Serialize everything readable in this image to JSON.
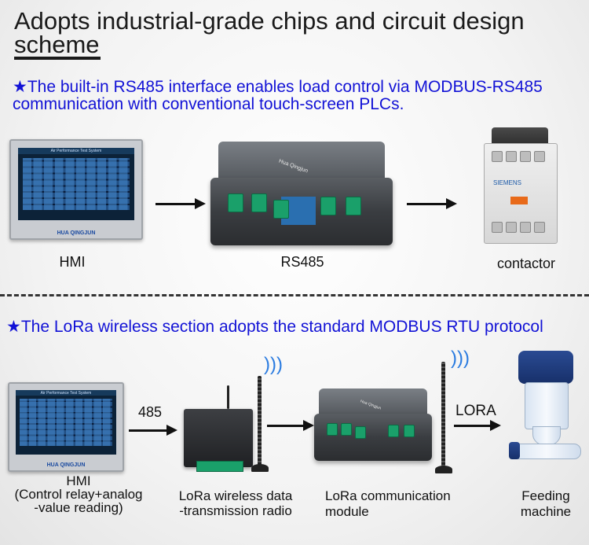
{
  "heading": {
    "title": "Adopts industrial-grade chips and circuit design scheme"
  },
  "section1": {
    "intro": "★The built-in RS485 interface enables load control via MODBUS-RS485 communication with conventional touch-screen PLCs.",
    "labels": {
      "hmi": "HMI",
      "rs485": "RS485",
      "contactor": "contactor"
    },
    "hmi_screen_title": "Air Performance Test System",
    "hmi_brand": "HUA QINGJUN",
    "module_brand": "Hua Qingjun",
    "contactor_brand": "SIEMENS"
  },
  "section2": {
    "intro": "★The LoRa wireless section adopts the standard MODBUS RTU protocol",
    "arrow_485": "485",
    "arrow_lora": "LORA",
    "labels": {
      "hmi_line1": "HMI",
      "hmi_line2": "(Control relay+analog",
      "hmi_line3": "-value reading)",
      "radio_line1": "LoRa wireless data",
      "radio_line2": "-transmission radio",
      "module_line1": "LoRa communication",
      "module_line2": "module",
      "feeder_line1": "Feeding",
      "feeder_line2": "machine"
    }
  },
  "colors": {
    "accent_blue": "#1212d6",
    "terminal_green": "#1aa06a",
    "signal_blue": "#2a7be0"
  },
  "icons": {
    "signal": "wifi-signal-icon",
    "star": "star-icon"
  }
}
